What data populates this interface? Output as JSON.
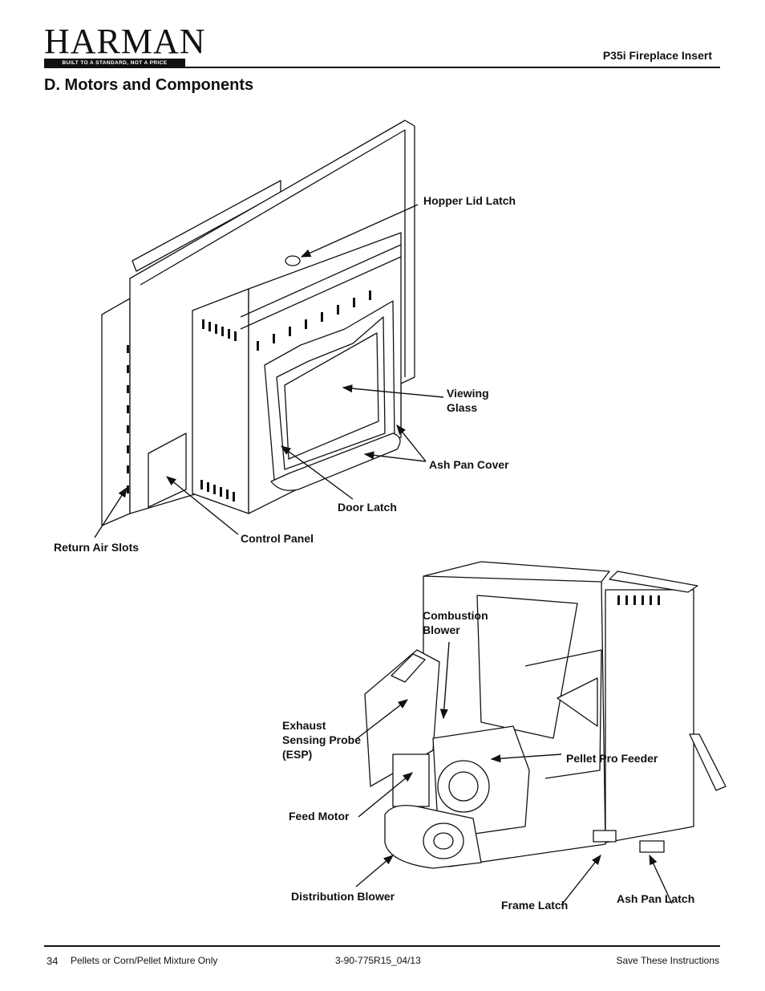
{
  "header": {
    "brand": "HARMAN",
    "brand_tagline": "BUILT TO A STANDARD, NOT A PRICE",
    "brand_mark": "®",
    "document_title": "P35i Fireplace Insert"
  },
  "section": {
    "title": "D.  Motors and Components"
  },
  "figure_top": {
    "labels": {
      "hopper_lid_latch": "Hopper Lid Latch",
      "viewing_glass": "Viewing Glass",
      "ash_pan_cover": "Ash Pan Cover",
      "door_latch": "Door Latch",
      "control_panel": "Control Panel",
      "return_air_slots": "Return Air Slots"
    }
  },
  "figure_bottom": {
    "labels": {
      "combustion_blower": "Combustion Blower",
      "exhaust_sensing_probe": "Exhaust Sensing Probe (ESP)",
      "pellet_pro_feeder": "Pellet Pro Feeder",
      "feed_motor": "Feed Motor",
      "distribution_blower": "Distribution Blower",
      "frame_latch": "Frame Latch",
      "ash_pan_latch": "Ash Pan Latch"
    }
  },
  "footer": {
    "page_number": "34",
    "left": "Pellets or Corn/Pellet Mixture Only",
    "center": "3-90-775R15_04/13",
    "right": "Save These Instructions"
  }
}
